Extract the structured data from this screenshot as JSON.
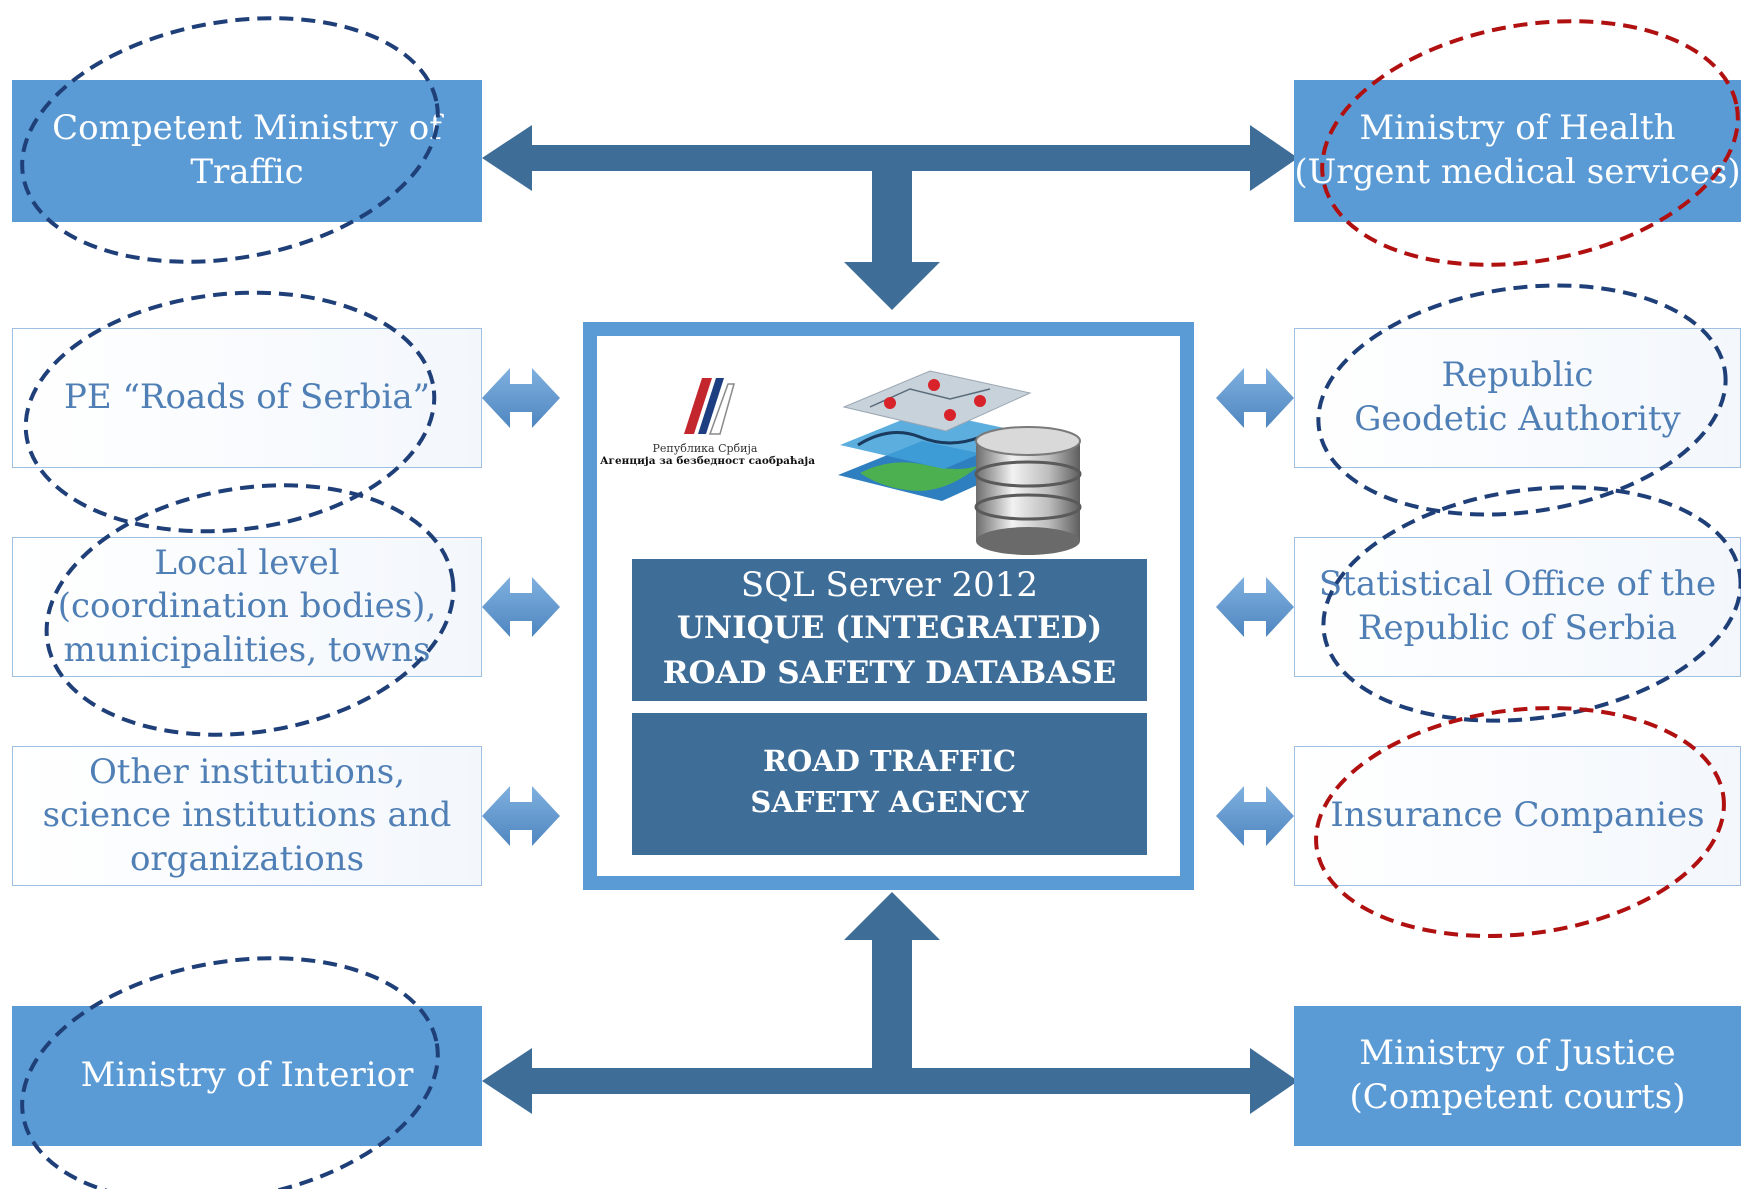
{
  "left_boxes": [
    {
      "id": "ministry-traffic",
      "text": "Competent Ministry of\nTraffic"
    },
    {
      "id": "roads-serbia",
      "text": "PE “Roads of Serbia”"
    },
    {
      "id": "local-level",
      "text": "Local level\n(coordination bodies),\nmunicipalities, towns"
    },
    {
      "id": "other-institutions",
      "text": "Other institutions,\nscience institutions and\norganizations"
    },
    {
      "id": "ministry-interior",
      "text": "Ministry of Interior"
    }
  ],
  "right_boxes": [
    {
      "id": "ministry-health",
      "text": "Ministry of Health\n(Urgent medical services)"
    },
    {
      "id": "geodetic-authority",
      "text": "Republic\nGeodetic Authority"
    },
    {
      "id": "statistical-office",
      "text": "Statistical Office of the\nRepublic of Serbia"
    },
    {
      "id": "insurance",
      "text": "Insurance Companies"
    },
    {
      "id": "ministry-justice",
      "text": "Ministry of Justice\n(Competent courts)"
    }
  ],
  "center": {
    "logo_line1": "Република Србија",
    "logo_line2": "Агенција за безбедност саобраћаја",
    "db_title": "SQL Server 2012",
    "db_line1": "UNIQUE (INTEGRATED)",
    "db_line2": "ROAD SAFETY DATABASE",
    "agency_line1": "ROAD TRAFFIC",
    "agency_line2": "SAFETY AGENCY"
  },
  "colors": {
    "solid_box": "#5b9bd5",
    "dark_box": "#3e6d98",
    "arrow": "#3e6d98",
    "blue_dash": "#1f3f78",
    "red_dash": "#b01010"
  },
  "highlights": {
    "blue": [
      "ministry-traffic",
      "roads-serbia",
      "local-level",
      "ministry-interior",
      "geodetic-authority",
      "statistical-office"
    ],
    "red": [
      "ministry-health",
      "insurance"
    ]
  }
}
